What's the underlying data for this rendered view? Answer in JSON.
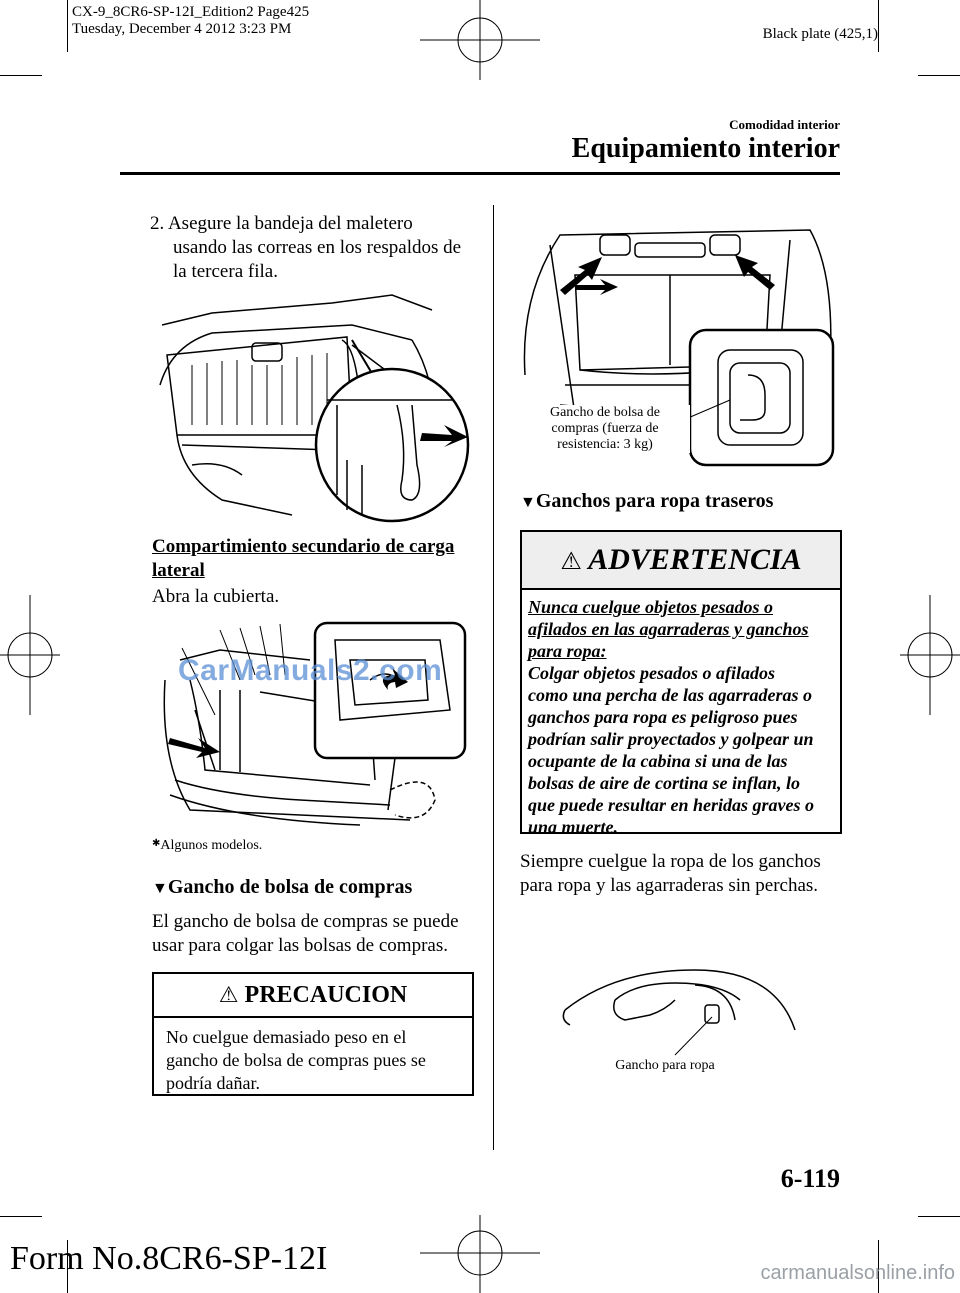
{
  "header": {
    "file_line1": "CX-9_8CR6-SP-12I_Edition2 Page425",
    "file_line2": "Tuesday, December 4 2012 3:23 PM",
    "plate": "Black plate (425,1)",
    "section": "Comodidad interior",
    "chapter": "Equipamiento interior"
  },
  "left": {
    "step2_num": "2.",
    "step2_line1": "Asegure la bandeja del maletero",
    "step2_line2": "usando las correas en los respaldos de",
    "step2_line3": "la tercera fila.",
    "sub_title_line1": "Compartimiento secundario de carga",
    "sub_title_line2": "lateral",
    "open_cover": "Abra la cubierta.",
    "fig2_note_mark": "✱",
    "fig2_note": "Algunos modelos.",
    "shopping_heading": "Gancho de bolsa de compras",
    "shopping_line1": "El gancho de bolsa de compras se puede",
    "shopping_line2": "usar para colgar las bolsas de compras.",
    "caution": {
      "title": "PRECAUCION",
      "line1": "No cuelgue demasiado peso en el",
      "line2": "gancho de bolsa de compras pues se",
      "line3": "podría dañar."
    }
  },
  "right": {
    "fig3_label_line1": "Gancho de bolsa de",
    "fig3_label_line2": "compras (fuerza de",
    "fig3_label_line3": "resistencia: 3 kg)",
    "clothes_heading": "Ganchos para ropa traseros",
    "warning": {
      "title": "ADVERTENCIA",
      "lines": [
        "Nunca cuelgue objetos pesados o",
        "afilados en las agarraderas y ganchos",
        "para ropa:",
        "Colgar objetos pesados o afilados",
        "como una percha de las agarraderas o",
        "ganchos para ropa es peligroso pues",
        "podrían salir proyectados y golpear un",
        "ocupante de la cabina si una de las",
        "bolsas de aire de cortina se inflan, lo",
        "que puede resultar en heridas graves o",
        "una muerte."
      ]
    },
    "always_line1": "Siempre cuelgue la ropa de los ganchos",
    "always_line2": "para ropa y las agarraderas sin perchas.",
    "fig4_label": "Gancho para ropa"
  },
  "footer": {
    "page_number": "6-119",
    "form_number": "Form No.8CR6-SP-12I",
    "watermark": "CarManuals2.com",
    "site": "carmanualsonline.info"
  },
  "icons": {
    "heading_triangle": "▼",
    "warning_glyph": "⚠"
  }
}
